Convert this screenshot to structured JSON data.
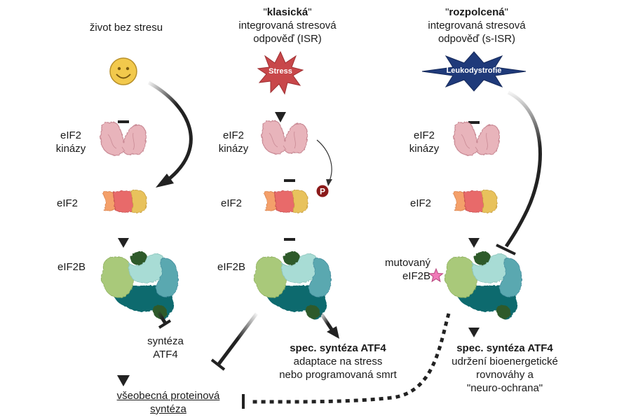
{
  "columns": [
    {
      "id": "normal",
      "title_line1": "život bez stresu",
      "trigger_icon": "smiley-face-icon",
      "kinase_label_line1": "eIF2",
      "kinase_label_line2": "kinázy",
      "eif2_label": "eIF2",
      "eif2b_label": "eIF2B",
      "side_output_line1": "syntéza",
      "side_output_line2": "ATF4"
    },
    {
      "id": "classic",
      "title_quote_open": "\"",
      "title_bold": "klasická",
      "title_quote_close": "\"",
      "title_line2": "integrovaná stresová",
      "title_line3": "odpověď (ISR)",
      "trigger_label": "Stress",
      "trigger_icon": "stress-star-icon",
      "kinase_label_line1": "eIF2",
      "kinase_label_line2": "kinázy",
      "eif2_label": "eIF2",
      "phospho_label": "P",
      "eif2b_label": "eIF2B",
      "output_bold": "spec. syntéza ATF4",
      "output_line2": "adaptace na stress",
      "output_line3": "nebo programovaná smrt"
    },
    {
      "id": "split",
      "title_quote_open": "\"",
      "title_bold": "rozpolcená",
      "title_quote_close": "\"",
      "title_line2": "integrovaná stresová",
      "title_line3": "odpověď (s-ISR)",
      "trigger_label": "Leukodystrofie",
      "trigger_icon": "leukodystrophy-star-icon",
      "kinase_label_line1": "eIF2",
      "kinase_label_line2": "kinázy",
      "eif2_label": "eIF2",
      "eif2b_label_line1": "mutovaný",
      "eif2b_label_line2": "eIF2B",
      "mutation_icon": "pink-star-icon",
      "output_bold": "spec. syntéza ATF4",
      "output_line2": "udržení bioenergetické",
      "output_line3": "rovnováhy a",
      "output_line4": "\"neuro-ochrana\""
    }
  ],
  "bottom": {
    "general_synthesis_line1": "všeobecná proteinová",
    "general_synthesis_line2": "syntéza"
  },
  "colors": {
    "stress_star": "#c8474a",
    "leuko_star": "#1f3a7a",
    "smiley": "#f2c94c",
    "kinase": "#e8b4bb",
    "eif2_orange": "#f4a06b",
    "eif2_red": "#e86b6b",
    "eif2_yellow": "#e8c25c",
    "phospho": "#8b1a1a",
    "eif2b_lightgreen": "#a9c97a",
    "eif2b_darkgreen": "#2e5a2a",
    "eif2b_lightteal": "#a8dcd5",
    "eif2b_teal": "#5aa8b0",
    "eif2b_darkteal": "#116a6e",
    "mutation_star": "#f07ab8",
    "arrow": "#222222"
  }
}
